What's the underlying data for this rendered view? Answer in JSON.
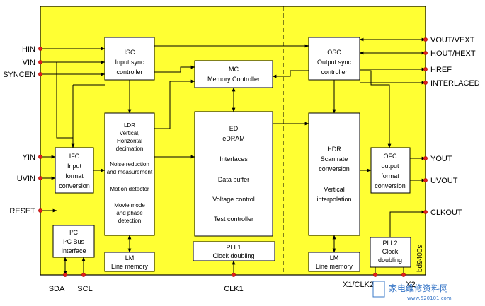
{
  "pins_left": [
    {
      "id": "hin",
      "label": "HIN"
    },
    {
      "id": "vin",
      "label": "VIN"
    },
    {
      "id": "syncen",
      "label": "SYNCEN"
    },
    {
      "id": "yin",
      "label": "YIN"
    },
    {
      "id": "uvin",
      "label": "UVIN"
    },
    {
      "id": "reset",
      "label": "RESET"
    }
  ],
  "pins_right": [
    {
      "id": "vout",
      "label": "VOUT/VEXT"
    },
    {
      "id": "hout",
      "label": "HOUT/HEXT"
    },
    {
      "id": "href",
      "label": "HREF"
    },
    {
      "id": "interlaced",
      "label": "INTERLACED"
    },
    {
      "id": "yout",
      "label": "YOUT"
    },
    {
      "id": "uvout",
      "label": "UVOUT"
    },
    {
      "id": "clkout",
      "label": "CLKOUT"
    }
  ],
  "pins_bottom": [
    {
      "id": "sda",
      "label": "SDA"
    },
    {
      "id": "scl",
      "label": "SCL"
    },
    {
      "id": "clk1",
      "label": "CLK1"
    },
    {
      "id": "x1clk2",
      "label": "X1/CLK2"
    },
    {
      "id": "x2",
      "label": "X2"
    }
  ],
  "blocks": {
    "isc": [
      "ISC",
      "Input sync",
      "controller"
    ],
    "mc": [
      "MC",
      "Memory Controller"
    ],
    "osc": [
      "OSC",
      "Output sync",
      "controller"
    ],
    "ldr": [
      "LDR",
      "Vertical,",
      "Horizontal",
      "decimation",
      "Noise reduction",
      "and measurement",
      "Motion detector",
      "Movie mode",
      "and phase",
      "detection"
    ],
    "ed": [
      "ED",
      "eDRAM",
      "Interfaces",
      "Data buffer",
      "Voltage control",
      "Test controller"
    ],
    "hdr": [
      "HDR",
      "Scan rate",
      "conversion",
      "Vertical",
      "interpolation"
    ],
    "ifc": [
      "IFC",
      "Input",
      "format",
      "conversion"
    ],
    "ofc": [
      "OFC",
      "output",
      "format",
      "conversion"
    ],
    "i2c": [
      "I²C",
      "I²C Bus",
      "Interface"
    ],
    "lm1": [
      "LM",
      "Line memory"
    ],
    "pll1": [
      "PLL1",
      "Clock doubling"
    ],
    "lm2": [
      "LM",
      "Line memory"
    ],
    "pll2": [
      "PLL2",
      "Clock",
      "doubling"
    ]
  },
  "side_label": "bd9400s",
  "watermark": {
    "text": "家电维修资料网",
    "url": "www.520101.com"
  },
  "colors": {
    "chip": "#ffff33",
    "box": "#ffffff",
    "line": "#000000",
    "pin": "#e02020",
    "watermark": "#3a78c8"
  }
}
